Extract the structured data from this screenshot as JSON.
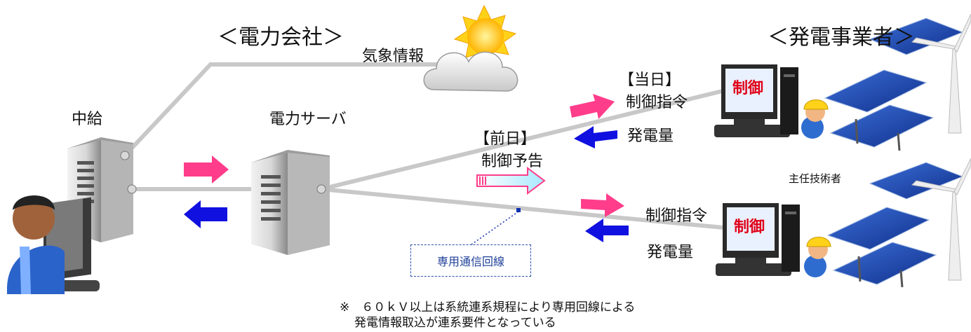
{
  "labels": {
    "power_company": "＜電力会社＞",
    "weather_info": "気象情報",
    "generator_operator": "＜発電事業者＞",
    "central_dispatch": "中給",
    "power_server": "電力サーバ",
    "same_day": "【当日】",
    "control_command_1": "制御指令",
    "generation_amount_1": "発電量",
    "previous_day": "【前日】",
    "control_notice": "制御予告",
    "chief_engineer": "主任技術者",
    "control_command_2": "制御指令",
    "generation_amount_2": "発電量",
    "dedicated_line": "専用通信回線",
    "screen_text_1": "制御",
    "screen_text_2": "制御"
  },
  "footnote": {
    "line1": "※　６０ｋＶ以上は系統連系規程により専用回線による",
    "line2": "発電情報取込が連系要件となっている"
  },
  "colors": {
    "pink_arrow": "#ff3d8b",
    "blue_arrow": "#1010e0",
    "line_gray": "#c8c8c8",
    "screen_red": "#e00018"
  }
}
